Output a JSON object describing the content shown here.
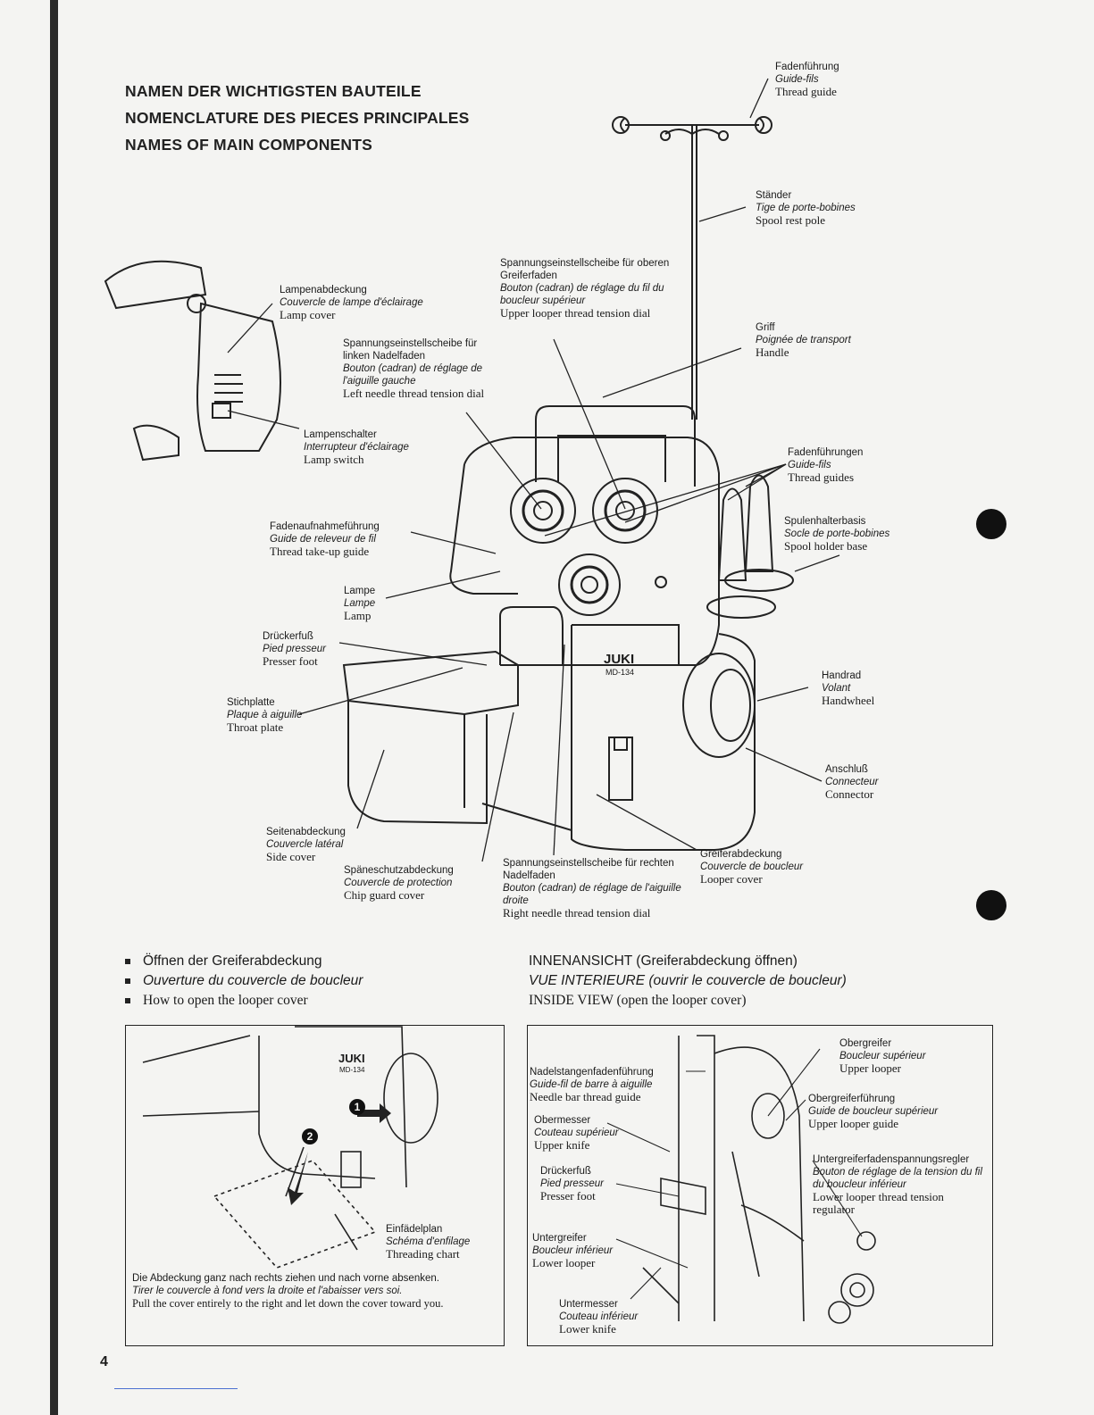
{
  "titles": {
    "de": "NAMEN DER WICHTIGSTEN BAUTEILE",
    "fr": "NOMENCLATURE DES PIECES PRINCIPALES",
    "en": "NAMES OF MAIN COMPONENTS"
  },
  "machine_brand": "JUKI",
  "machine_model": "MD-134",
  "parts": {
    "thread_guide": {
      "de": "Fadenführung",
      "fr": "Guide-fils",
      "en": "Thread guide"
    },
    "spool_rest_pole": {
      "de": "Ständer",
      "fr": "Tige de porte-bobines",
      "en": "Spool rest pole"
    },
    "upper_looper_dial": {
      "de": "Spannungseinstellscheibe für oberen Greiferfaden",
      "fr": "Bouton (cadran) de réglage du fil du boucleur supérieur",
      "en": "Upper looper thread tension dial"
    },
    "lamp_cover": {
      "de": "Lampenabdeckung",
      "fr": "Couvercle de lampe d'éclairage",
      "en": "Lamp cover"
    },
    "left_needle_dial": {
      "de": "Spannungseinstellscheibe für linken Nadelfaden",
      "fr": "Bouton (cadran) de réglage de l'aiguille gauche",
      "en": "Left needle thread tension dial"
    },
    "handle": {
      "de": "Griff",
      "fr": "Poignée de transport",
      "en": "Handle"
    },
    "lamp_switch": {
      "de": "Lampenschalter",
      "fr": "Interrupteur d'éclairage",
      "en": "Lamp switch"
    },
    "thread_guides": {
      "de": "Fadenführungen",
      "fr": "Guide-fils",
      "en": "Thread guides"
    },
    "take_up_guide": {
      "de": "Fadenaufnahmeführung",
      "fr": "Guide de releveur de fil",
      "en": "Thread take-up guide"
    },
    "spool_holder_base": {
      "de": "Spulenhalterbasis",
      "fr": "Socle de porte-bobines",
      "en": "Spool holder base"
    },
    "lamp": {
      "de": "Lampe",
      "fr": "Lampe",
      "en": "Lamp"
    },
    "presser_foot": {
      "de": "Drückerfuß",
      "fr": "Pied presseur",
      "en": "Presser foot"
    },
    "handwheel": {
      "de": "Handrad",
      "fr": "Volant",
      "en": "Handwheel"
    },
    "throat_plate": {
      "de": "Stichplatte",
      "fr": "Plaque à aiguille",
      "en": "Throat plate"
    },
    "connector": {
      "de": "Anschluß",
      "fr": "Connecteur",
      "en": "Connector"
    },
    "side_cover": {
      "de": "Seitenabdeckung",
      "fr": "Couvercle latéral",
      "en": "Side cover"
    },
    "looper_cover": {
      "de": "Greiferabdeckung",
      "fr": "Couvercle de boucleur",
      "en": "Looper cover"
    },
    "chip_guard": {
      "de": "Späneschutzabdeckung",
      "fr": "Couvercle de protection",
      "en": "Chip guard cover"
    },
    "right_needle_dial": {
      "de": "Spannungseinstellscheibe für rechten Nadelfaden",
      "fr": "Bouton (cadran) de réglage de l'aiguille droite",
      "en": "Right needle thread tension dial"
    }
  },
  "open_cover": {
    "de": "Öffnen der Greiferabdeckung",
    "fr": "Ouverture du couvercle de boucleur",
    "en": "How to open the looper cover"
  },
  "inside_view": {
    "de": "INNENANSICHT (Greiferabdeckung öffnen)",
    "fr": "VUE INTERIEURE (ouvrir le couvercle de boucleur)",
    "en": "INSIDE VIEW (open the looper cover)"
  },
  "threading_chart": {
    "de": "Einfädelplan",
    "fr": "Schéma d'enfilage",
    "en": "Threading chart"
  },
  "step_1": "1",
  "step_2": "2",
  "note": {
    "de": "Die Abdeckung ganz nach rechts ziehen und nach vorne absenken.",
    "fr": "Tirer le couvercle à fond vers la droite et l'abaisser vers soi.",
    "en": "Pull the cover entirely to the right and let down the cover toward you."
  },
  "inside_parts": {
    "upper_looper": {
      "de": "Obergreifer",
      "fr": "Boucleur supérieur",
      "en": "Upper looper"
    },
    "needle_bar_guide": {
      "de": "Nadelstangenfadenführung",
      "fr": "Guide-fil de barre à aiguille",
      "en": "Needle bar thread guide"
    },
    "upper_looper_guide": {
      "de": "Obergreiferführung",
      "fr": "Guide de boucleur supérieur",
      "en": "Upper looper guide"
    },
    "upper_knife": {
      "de": "Obermesser",
      "fr": "Couteau supérieur",
      "en": "Upper knife"
    },
    "lower_tension_regulator": {
      "de": "Untergreiferfadenspannungsregler",
      "fr": "Bouton de réglage de la tension du fil du boucleur inférieur",
      "en": "Lower looper thread tension regulator"
    },
    "presser_foot": {
      "de": "Drückerfuß",
      "fr": "Pied presseur",
      "en": "Presser foot"
    },
    "lower_looper": {
      "de": "Untergreifer",
      "fr": "Boucleur inférieur",
      "en": "Lower looper"
    },
    "lower_knife": {
      "de": "Untermesser",
      "fr": "Couteau inférieur",
      "en": "Lower knife"
    }
  },
  "page_number": "4"
}
